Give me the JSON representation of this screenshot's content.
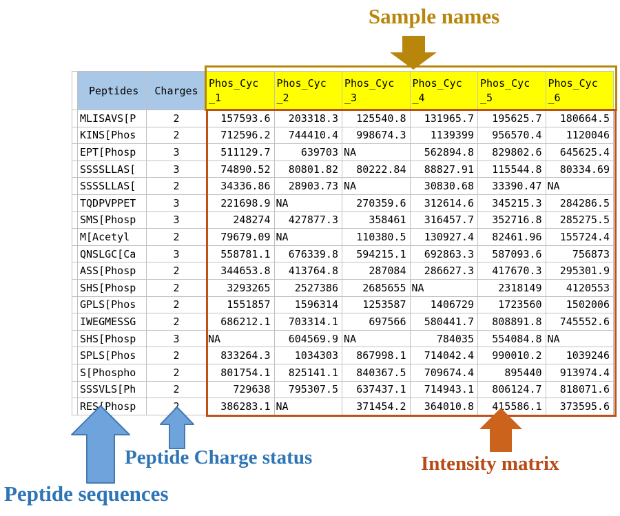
{
  "annotations": {
    "sample_names": "Sample names",
    "peptide_sequences": "Peptide sequences",
    "peptide_charge_status": "Peptide Charge status",
    "intensity_matrix": "Intensity matrix"
  },
  "colors": {
    "sample_names_label": "#B8860B",
    "header_highlight_fill": "#FFFF00",
    "header_box_border": "#B8860B",
    "matrix_box_border": "#C05018",
    "table_header_fill": "#A9C7E6",
    "blue_annotation_text": "#2E75B6",
    "blue_arrow_fill": "#6FA3DC",
    "blue_arrow_stroke": "#4579B0",
    "orange_annotation_text": "#B84A14",
    "orange_arrow_fill": "#CB631C"
  },
  "table": {
    "peptides_header": "Peptides",
    "charges_header": "Charges",
    "sample_headers": [
      {
        "top": "Phos_Cyc",
        "bottom": "_1"
      },
      {
        "top": "Phos_Cyc",
        "bottom": "_2"
      },
      {
        "top": "Phos_Cyc",
        "bottom": "_3"
      },
      {
        "top": "Phos_Cyc",
        "bottom": "_4"
      },
      {
        "top": "Phos_Cyc",
        "bottom": "_5"
      },
      {
        "top": "Phos_Cyc",
        "bottom": "_6"
      }
    ],
    "rows": [
      {
        "peptide": "MLISAVS[P",
        "charge": "2",
        "values": [
          "157593.6",
          "203318.3",
          "125540.8",
          "131965.7",
          "195625.7",
          "180664.5"
        ]
      },
      {
        "peptide": "KINS[Phos",
        "charge": "2",
        "values": [
          "712596.2",
          "744410.4",
          "998674.3",
          "1139399",
          "956570.4",
          "1120046"
        ]
      },
      {
        "peptide": "EPT[Phosp",
        "charge": "3",
        "values": [
          "511129.7",
          "639703",
          "NA",
          "562894.8",
          "829802.6",
          "645625.4"
        ]
      },
      {
        "peptide": "SSSSLLAS[",
        "charge": "3",
        "values": [
          "74890.52",
          "80801.82",
          "80222.84",
          "88827.91",
          "115544.8",
          "80334.69"
        ]
      },
      {
        "peptide": "SSSSLLAS[",
        "charge": "2",
        "values": [
          "34336.86",
          "28903.73",
          "NA",
          "30830.68",
          "33390.47",
          "NA"
        ]
      },
      {
        "peptide": "TQDPVPPET",
        "charge": "3",
        "values": [
          "221698.9",
          "NA",
          "270359.6",
          "312614.6",
          "345215.3",
          "284286.5"
        ]
      },
      {
        "peptide": "SMS[Phosp",
        "charge": "3",
        "values": [
          "248274",
          "427877.3",
          "358461",
          "316457.7",
          "352716.8",
          "285275.5"
        ]
      },
      {
        "peptide": "M[Acetyl",
        "charge": "2",
        "values": [
          "79679.09",
          "NA",
          "110380.5",
          "130927.4",
          "82461.96",
          "155724.4"
        ]
      },
      {
        "peptide": "QNSLGC[Ca",
        "charge": "3",
        "values": [
          "558781.1",
          "676339.8",
          "594215.1",
          "692863.3",
          "587093.6",
          "756873"
        ]
      },
      {
        "peptide": "ASS[Phosp",
        "charge": "2",
        "values": [
          "344653.8",
          "413764.8",
          "287084",
          "286627.3",
          "417670.3",
          "295301.9"
        ]
      },
      {
        "peptide": "SHS[Phosp",
        "charge": "2",
        "values": [
          "3293265",
          "2527386",
          "2685655",
          "NA",
          "2318149",
          "4120553"
        ]
      },
      {
        "peptide": "GPLS[Phos",
        "charge": "2",
        "values": [
          "1551857",
          "1596314",
          "1253587",
          "1406729",
          "1723560",
          "1502006"
        ]
      },
      {
        "peptide": "IWEGMESSG",
        "charge": "2",
        "values": [
          "686212.1",
          "703314.1",
          "697566",
          "580441.7",
          "808891.8",
          "745552.6"
        ]
      },
      {
        "peptide": "SHS[Phosp",
        "charge": "3",
        "values": [
          "NA",
          "604569.9",
          "NA",
          "784035",
          "554084.8",
          "NA"
        ]
      },
      {
        "peptide": "SPLS[Phos",
        "charge": "2",
        "values": [
          "833264.3",
          "1034303",
          "867998.1",
          "714042.4",
          "990010.2",
          "1039246"
        ]
      },
      {
        "peptide": "S[Phospho",
        "charge": "2",
        "values": [
          "801754.1",
          "825141.1",
          "840367.5",
          "709674.4",
          "895440",
          "913974.4"
        ]
      },
      {
        "peptide": "SSSVLS[Ph",
        "charge": "2",
        "values": [
          "729638",
          "795307.5",
          "637437.1",
          "714943.1",
          "806124.7",
          "818071.6"
        ]
      },
      {
        "peptide": "RES[Phosp",
        "charge": "2",
        "values": [
          "386283.1",
          "NA",
          "371454.2",
          "364010.8",
          "415586.1",
          "373595.6"
        ]
      }
    ]
  }
}
